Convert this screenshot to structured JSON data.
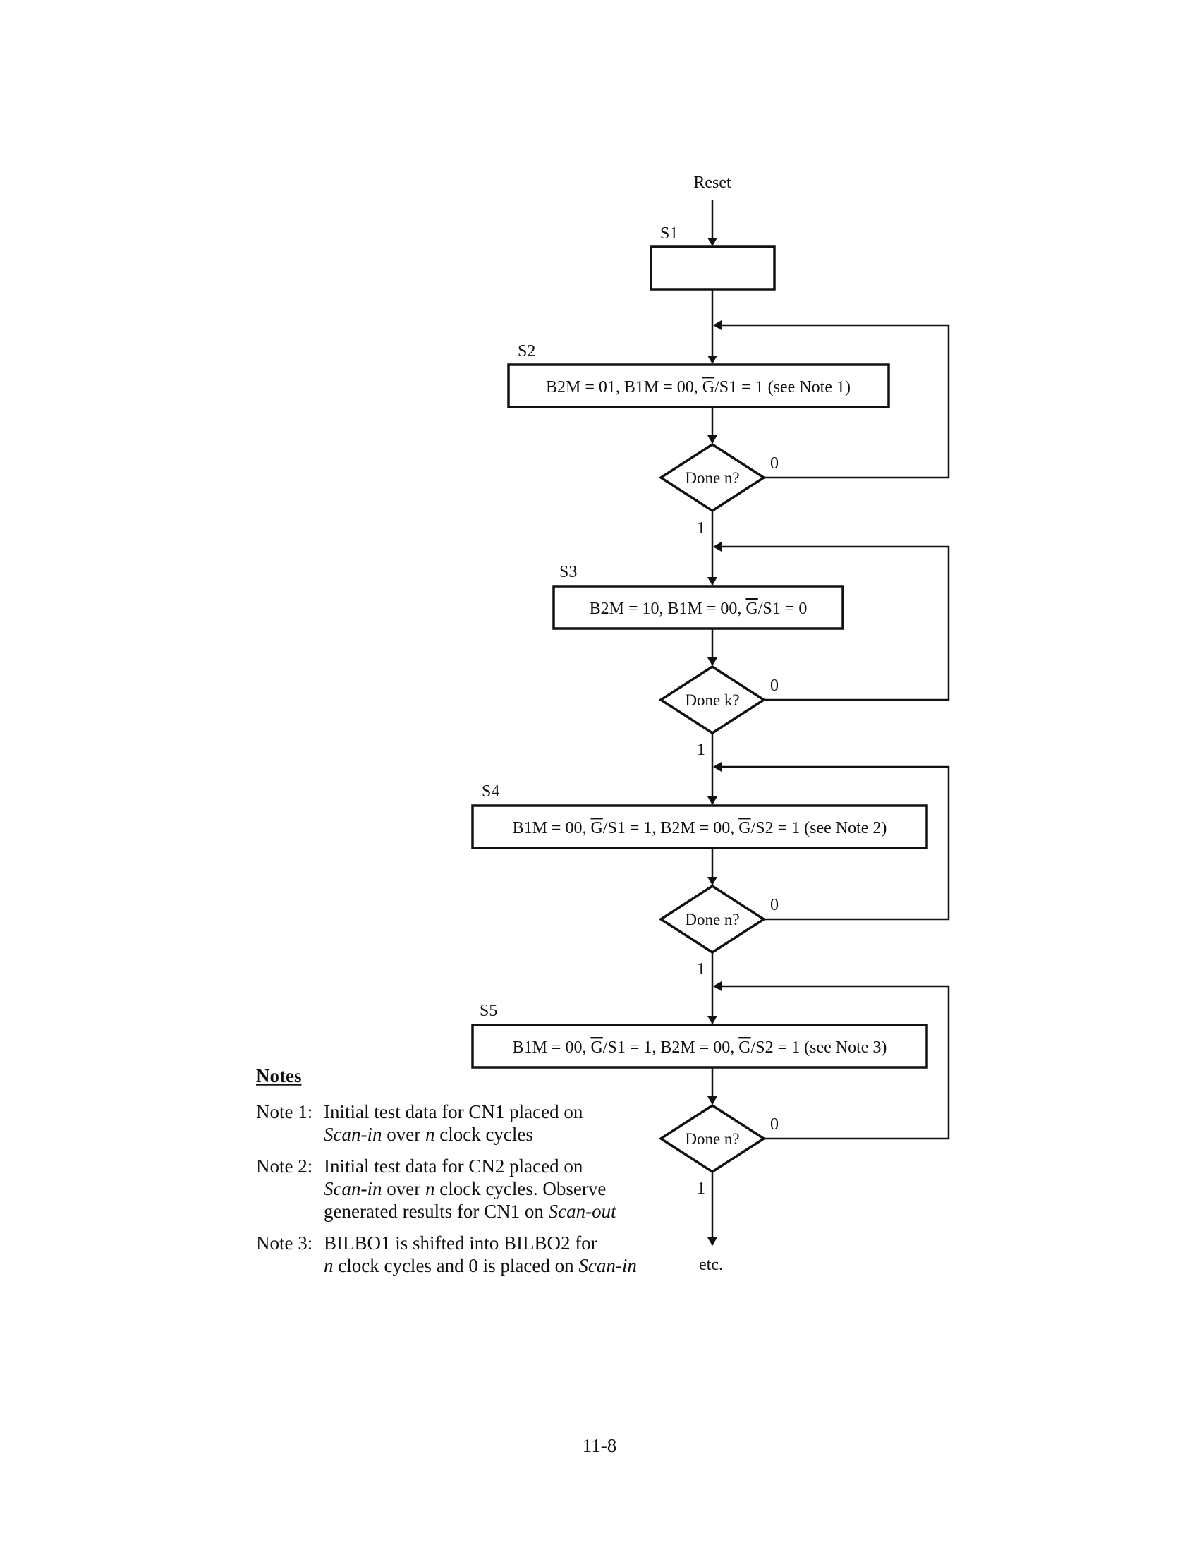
{
  "flowchart": {
    "start_label": "Reset",
    "end_label": "etc.",
    "states": [
      {
        "id": "S1",
        "parts": []
      },
      {
        "id": "S2",
        "parts": [
          {
            "t": "B2M  =  01, B1M  =  00, "
          },
          {
            "t": "G",
            "o": true
          },
          {
            "t": "/S1  =  1 (see Note 1)"
          }
        ]
      },
      {
        "id": "S3",
        "parts": [
          {
            "t": "B2M  =  10, B1M  =  00, "
          },
          {
            "t": "G",
            "o": true
          },
          {
            "t": "/S1  =  0"
          }
        ]
      },
      {
        "id": "S4",
        "parts": [
          {
            "t": "B1M  =  00, "
          },
          {
            "t": "G",
            "o": true
          },
          {
            "t": "/S1 = 1, B2M  =  00, "
          },
          {
            "t": "G",
            "o": true
          },
          {
            "t": "/S2  =  1 (see Note 2)"
          }
        ]
      },
      {
        "id": "S5",
        "parts": [
          {
            "t": "B1M  =  00, "
          },
          {
            "t": "G",
            "o": true
          },
          {
            "t": "/S1 = 1, B2M  =  00, "
          },
          {
            "t": "G",
            "o": true
          },
          {
            "t": "/S2  =  1 (see Note 3)"
          }
        ]
      }
    ],
    "decisions": [
      {
        "label": "Done n?",
        "false_label": "0",
        "true_label": "1"
      },
      {
        "label": "Done k?",
        "false_label": "0",
        "true_label": "1"
      },
      {
        "label": "Done n?",
        "false_label": "0",
        "true_label": "1"
      },
      {
        "label": "Done n?",
        "false_label": "0",
        "true_label": "1"
      }
    ]
  },
  "notes": {
    "title": "Notes",
    "items": [
      {
        "label": "Note 1:",
        "lines": [
          [
            {
              "t": "Initial test data for CN1 placed on"
            }
          ],
          [
            {
              "t": "Scan-in",
              "i": true
            },
            {
              "t": " over "
            },
            {
              "t": "n",
              "i": true
            },
            {
              "t": " clock cycles"
            }
          ]
        ]
      },
      {
        "label": "Note 2:",
        "lines": [
          [
            {
              "t": "Initial test data for CN2 placed on"
            }
          ],
          [
            {
              "t": "Scan-in",
              "i": true
            },
            {
              "t": " over "
            },
            {
              "t": "n",
              "i": true
            },
            {
              "t": " clock cycles. Observe"
            }
          ],
          [
            {
              "t": "generated results for CN1 on "
            },
            {
              "t": "Scan-out",
              "i": true
            }
          ]
        ]
      },
      {
        "label": "Note 3:",
        "lines": [
          [
            {
              "t": "BILBO1 is shifted into BILBO2 for"
            }
          ],
          [
            {
              "t": "n",
              "i": true
            },
            {
              "t": " clock cycles and 0 is placed on "
            },
            {
              "t": "Scan-in",
              "i": true
            }
          ]
        ]
      }
    ]
  },
  "page_number": "11-8"
}
